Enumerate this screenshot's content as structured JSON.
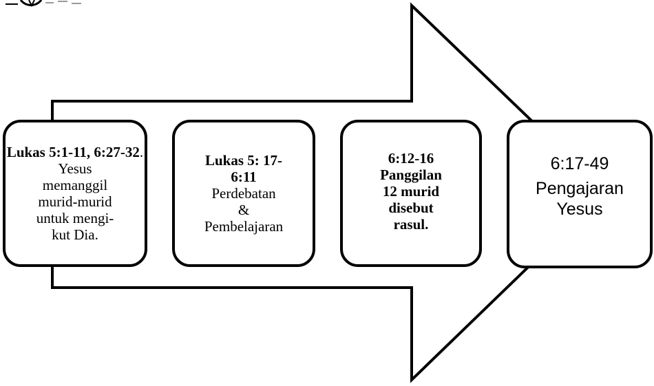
{
  "steps": [
    {
      "bold": "Lukas 5:1-11, 6:27-32",
      "text_line1": ". Yesus",
      "text_lines": [
        "memanggil",
        "murid-murid",
        "untuk mengi-",
        "kut Dia."
      ]
    },
    {
      "bold_lines": [
        "Lukas 5: 17-",
        "6:11"
      ],
      "text_lines": [
        "Perdebatan",
        "&",
        "Pembelajaran"
      ]
    },
    {
      "bold_lines": [
        "6:12-16",
        "Panggilan",
        "12 murid",
        "disebut",
        "rasul."
      ]
    },
    {
      "lines": [
        "6:17-49",
        "Pengajaran",
        "Yesus"
      ]
    }
  ],
  "colors": {
    "stroke": "#000000",
    "fill": "#ffffff"
  },
  "icons": {
    "corner": "logo-fragment"
  }
}
